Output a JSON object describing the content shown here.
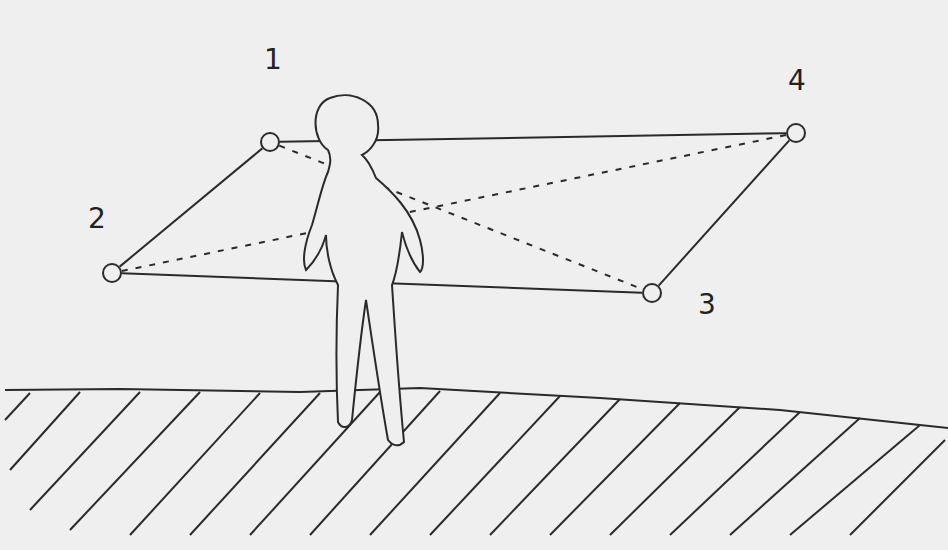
{
  "diagram": {
    "nodes": [
      {
        "text": [
          "1"
        ]
      },
      {
        "text": [
          "2"
        ]
      },
      {
        "text": [
          "3"
        ]
      },
      {
        "text": [
          "4"
        ]
      }
    ],
    "edges": [
      {
        "from": 0,
        "to": 1,
        "arrow": "none"
      },
      {
        "from": 1,
        "to": 2,
        "arrow": "none"
      },
      {
        "from": 2,
        "to": 3,
        "arrow": "none"
      },
      {
        "from": 3,
        "to": 0,
        "arrow": "none"
      },
      {
        "from": 0,
        "to": 2,
        "arrow": "none"
      },
      {
        "from": 1,
        "to": 3,
        "arrow": "none"
      }
    ]
  }
}
